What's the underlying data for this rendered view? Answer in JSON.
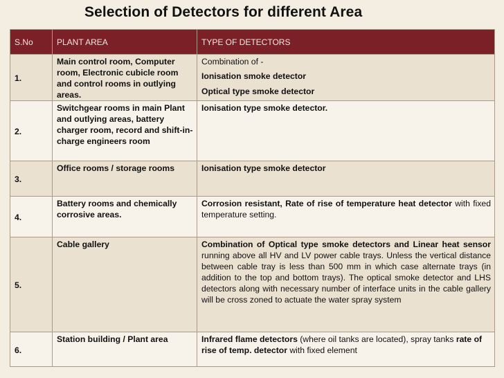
{
  "title": "Selection of Detectors for different Area",
  "headers": {
    "sno": "S.No",
    "area": "PLANT AREA",
    "type": "TYPE OF DETECTORS"
  },
  "rows": [
    {
      "sno": "1.",
      "area": "Main control room, Computer room, Electronic cubicle room and control rooms in outlying areas.",
      "type": {
        "intro": "Combination of -",
        "line1": "Ionisation smoke detector",
        "line2": "Optical type smoke detector"
      }
    },
    {
      "sno": "2.",
      "area": "Switchgear rooms in main Plant and outlying areas, battery charger room, record and shift-in-charge engineers room",
      "type": {
        "text": "Ionisation type smoke detector."
      }
    },
    {
      "sno": "3.",
      "area": "Office rooms / storage rooms",
      "type": {
        "text": "Ionisation type smoke detector"
      }
    },
    {
      "sno": "4.",
      "area": "Battery rooms and chemically corrosive areas.",
      "type": {
        "bold": "Corrosion resistant, Rate of rise of temperature heat detector",
        "rest": " with fixed temperature setting."
      }
    },
    {
      "sno": "5.",
      "area": "Cable gallery",
      "type": {
        "bold": "Combination of  Optical type smoke detectors and Linear heat sensor",
        "rest": " running above all HV and LV power cable trays.  Unless the vertical distance between cable tray is less than 500 mm in which case alternate trays (in addition to the top and bottom trays). The optical smoke detector and LHS detectors  along with necessary number of interface units in the cable gallery will be cross zoned to actuate  the water spray system"
      }
    },
    {
      "sno": "6.",
      "area": "Station building / Plant area",
      "type": {
        "bold1": "Infrared flame detectors",
        "mid": " (where oil tanks are located), spray tanks ",
        "bold2": "rate of rise of temp. detector",
        "end": " with fixed element"
      }
    }
  ]
}
